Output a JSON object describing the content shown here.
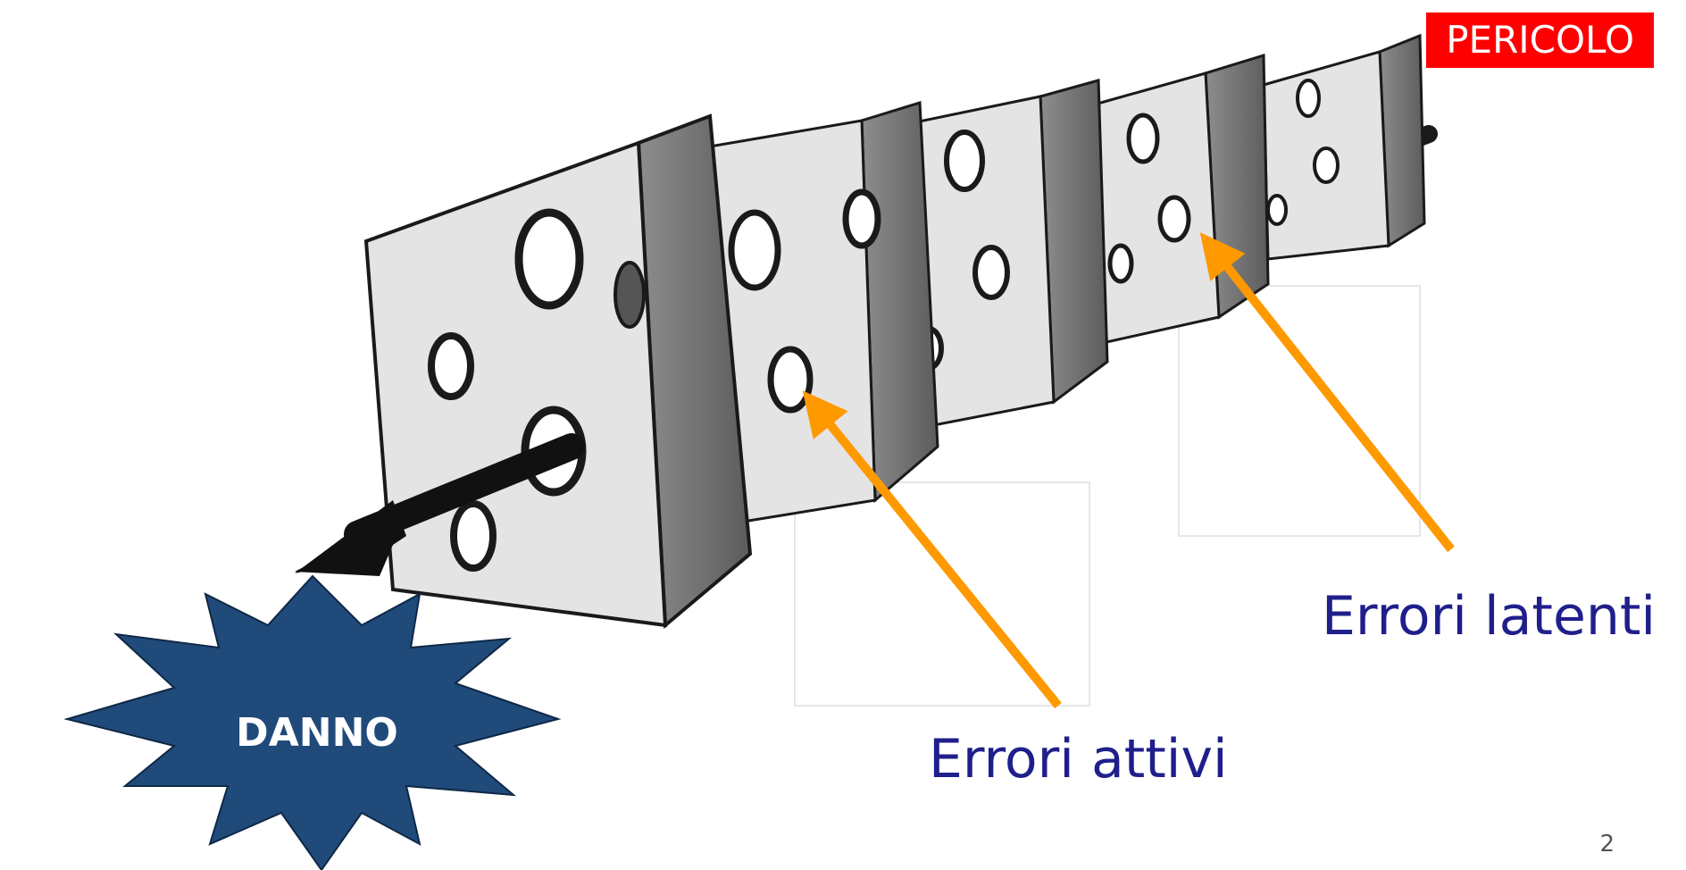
{
  "badge": {
    "text": "PERICOLO",
    "color": "#ff0000",
    "text_color": "#ffffff"
  },
  "labels": {
    "latent_errors": "Errori latenti",
    "active_errors": "Errori attivi",
    "text_color": "#1f1f8c"
  },
  "harm": {
    "text": "DANNO",
    "fill": "#1f4a7a",
    "text_color": "#ffffff"
  },
  "arrow_color": "#ff9900",
  "slide": {
    "page_number": "2"
  },
  "illustration": {
    "slice_count": 5,
    "subject": "swiss-cheese-model"
  }
}
